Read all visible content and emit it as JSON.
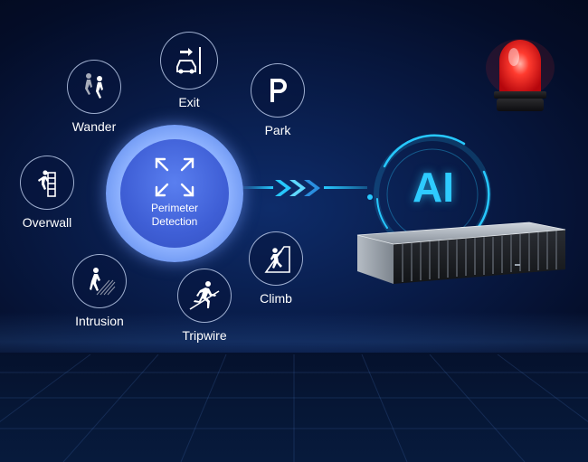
{
  "center": {
    "line1": "Perimeter",
    "line2": "Detection"
  },
  "features": [
    {
      "label": "Wander",
      "icon": "people-wander-icon"
    },
    {
      "label": "Exit",
      "icon": "car-exit-icon"
    },
    {
      "label": "Park",
      "icon": "parking-p-icon"
    },
    {
      "label": "Overwall",
      "icon": "wall-climb-over-icon"
    },
    {
      "label": "Intrusion",
      "icon": "person-intrusion-icon"
    },
    {
      "label": "Tripwire",
      "icon": "person-running-tripwire-icon"
    },
    {
      "label": "Climb",
      "icon": "person-climbing-icon"
    }
  ],
  "ai_label": "AI",
  "colors": {
    "accent_cyan": "#27c8ff",
    "center_blue": "#4466dd",
    "alarm_red": "#e81d22"
  }
}
